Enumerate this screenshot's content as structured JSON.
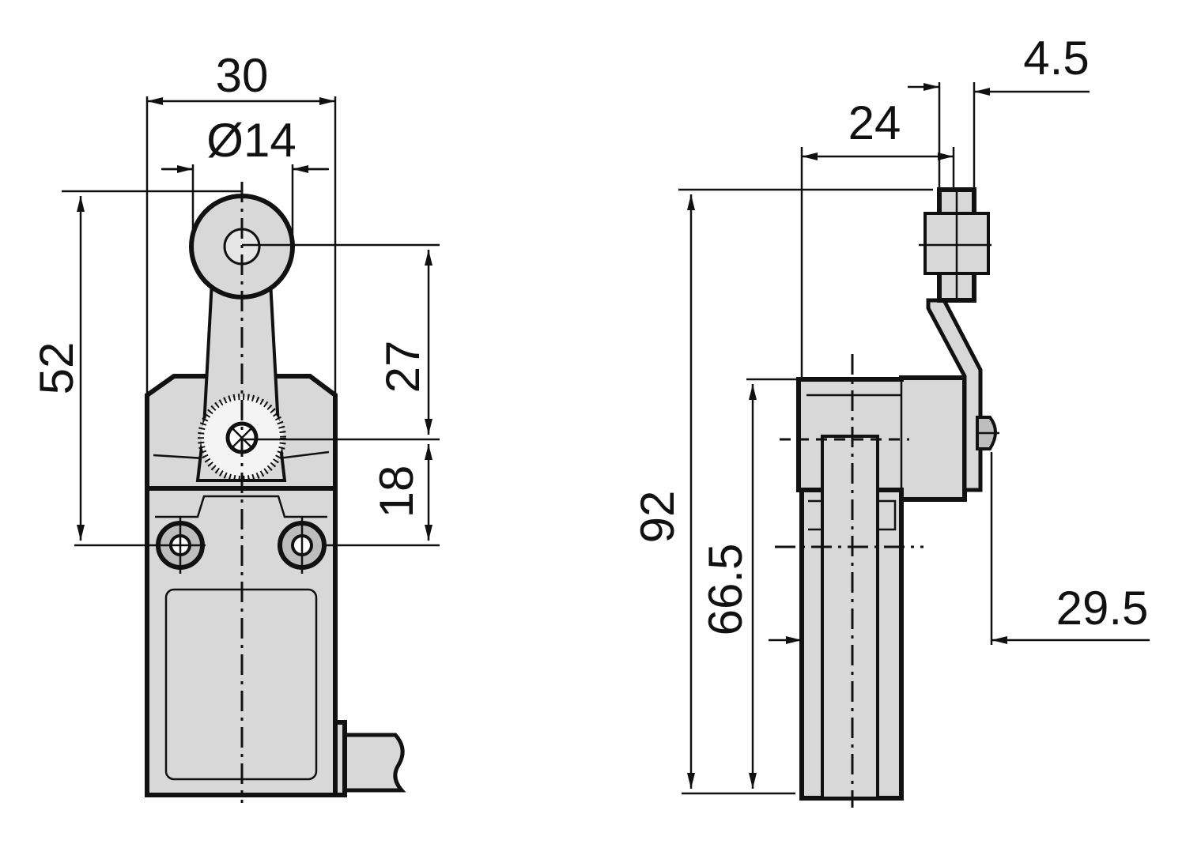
{
  "drawing": {
    "colors": {
      "ink": "#111111",
      "body_fill": "#d8d8d8",
      "background": "#ffffff"
    },
    "front_view": {
      "dimensions": {
        "overall_width": "30",
        "roller_diameter": "Ø14",
        "overall_height": "52",
        "lever_length": "27",
        "mount_offset": "18"
      }
    },
    "side_view": {
      "dimensions": {
        "roller_width": "4.5",
        "lever_offset": "24",
        "total_height": "92",
        "body_height": "66.5",
        "actuator_height": "29.5"
      }
    }
  }
}
